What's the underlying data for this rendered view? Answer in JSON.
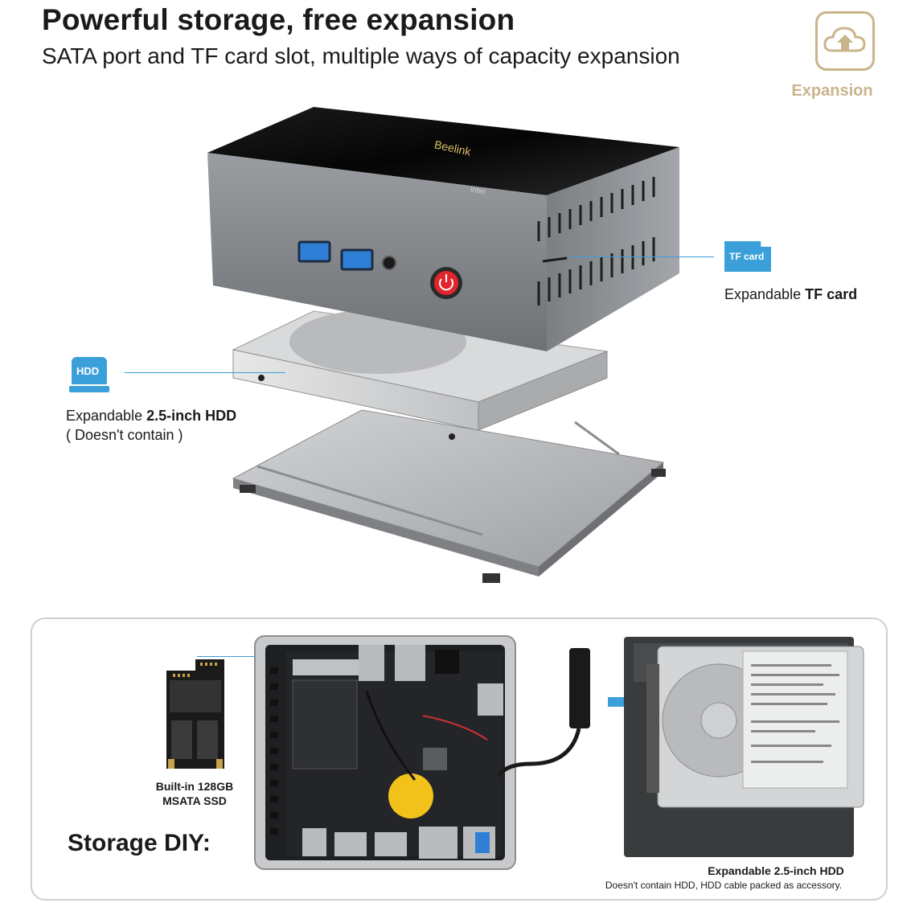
{
  "header": {
    "title": "Powerful storage, free expansion",
    "subtitle": "SATA port and TF card slot, multiple ways of capacity expansion"
  },
  "badge": {
    "label": "Expansion",
    "icon": "cloud-upload-icon",
    "color": "#c9b48b"
  },
  "device": {
    "brand": "Beelink",
    "chip_logo": "intel"
  },
  "tf_card": {
    "icon_text": "TF card",
    "label_prefix": "Expandable ",
    "label_bold": "TF card"
  },
  "hdd_top": {
    "icon_text": "HDD",
    "label_prefix": "Expandable ",
    "label_bold": "2.5-inch HDD",
    "note": "( Doesn't contain )"
  },
  "diy": {
    "heading": "Storage DIY:",
    "ssd_caption_line1": "Built-in 128GB",
    "ssd_caption_line2": "MSATA SSD",
    "hdd_caption": "Expandable 2.5-inch HDD",
    "hdd_note": "Doesn't contain HDD,  HDD cable packed as accessory."
  },
  "colors": {
    "accent_blue": "#3b9fd9",
    "gold": "#c9b48b",
    "power_red": "#e0262b",
    "usb_blue": "#2f7fd6"
  }
}
